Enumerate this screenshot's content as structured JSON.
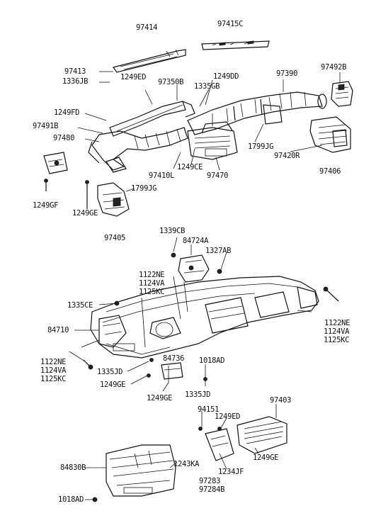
{
  "labels": {
    "l97414": "97414",
    "l97415c": "97415C",
    "l97413": "97413",
    "l1336jb": "1336JB",
    "l1249ed_a": "1249ED",
    "l97350b": "97350B",
    "l1249dd": "1249DD",
    "l1335gb": "1335GB",
    "l97390": "97390",
    "l97492b": "97492B",
    "l1249fd_a": "1249FD",
    "l97491b": "97491B",
    "l97480": "97480",
    "l1799jg_a": "1799JG",
    "l97420r": "97420R",
    "l97410l": "97410L",
    "l1249ce": "1249CE",
    "l97470": "97470",
    "l97406": "97406",
    "l1799jg_b": "1799JG",
    "l1249gf": "1249GF",
    "l1249ge_a": "1249GE",
    "l97405": "97405",
    "l1339cb": "1339CB",
    "l84724a": "84724A",
    "l1327ab": "1327AB",
    "l1122ne_a": "1122NE",
    "l1124va_a": "1124VA",
    "l1125kc_a": "1125KC",
    "l1335ce": "1335CE",
    "l84710": "84710",
    "l1122ne_r": "1122NE",
    "l1124va_r": "1124VA",
    "l1125kc_r": "1125KC",
    "l1122ne_l": "1122NE",
    "l1124va_l": "1124VA",
    "l1125kc_l": "1125KC",
    "l1335jd_a": "1335JD",
    "l1249ge_b": "1249GE",
    "l84736": "84736",
    "l1018ad_a": "1018AD",
    "l1249ge_c": "1249GE",
    "l1335jd_b": "1335JD",
    "l94151": "94151",
    "l1249ed_b": "1249ED",
    "l97403": "97403",
    "l1249ge_d": "1249GE",
    "l84830b": "84830B",
    "l1243ka": "1243KA",
    "l1234jf": "1234JF",
    "l97283": "97283",
    "l97284b": "97284B",
    "l1018ad_b": "1018AD"
  }
}
